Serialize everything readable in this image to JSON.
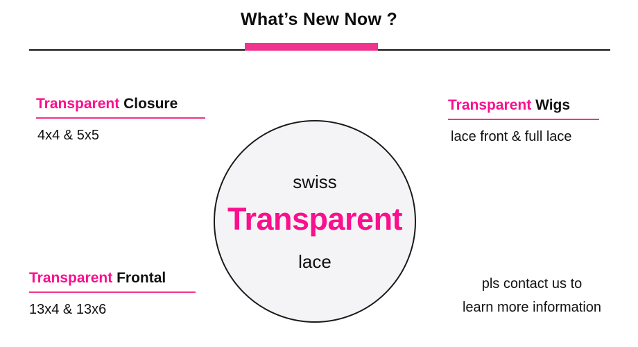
{
  "header": {
    "title": "What’s New Now ?",
    "accent_color": "#f0338c",
    "rule_color": "#111111"
  },
  "theme": {
    "pink": "#fa0f8e",
    "pink_bar": "#f0338c",
    "text": "#111111",
    "circle_fill": "#f4f4f6",
    "circle_stroke": "#1a1a1a",
    "background": "#ffffff"
  },
  "circle": {
    "top_label": "swiss",
    "main_label": "Transparent",
    "bottom_label": "lace"
  },
  "blocks": {
    "closure": {
      "highlight": "Transparent",
      "plain": "Closure",
      "sub": "4x4 & 5x5"
    },
    "wigs": {
      "highlight": "Transparent",
      "plain": "Wigs",
      "sub": "lace front & full lace"
    },
    "frontal": {
      "highlight": "Transparent",
      "plain": "Frontal",
      "sub": "13x4 & 13x6"
    },
    "contact": {
      "line1": "pls contact us to",
      "line2": "learn more information"
    }
  }
}
